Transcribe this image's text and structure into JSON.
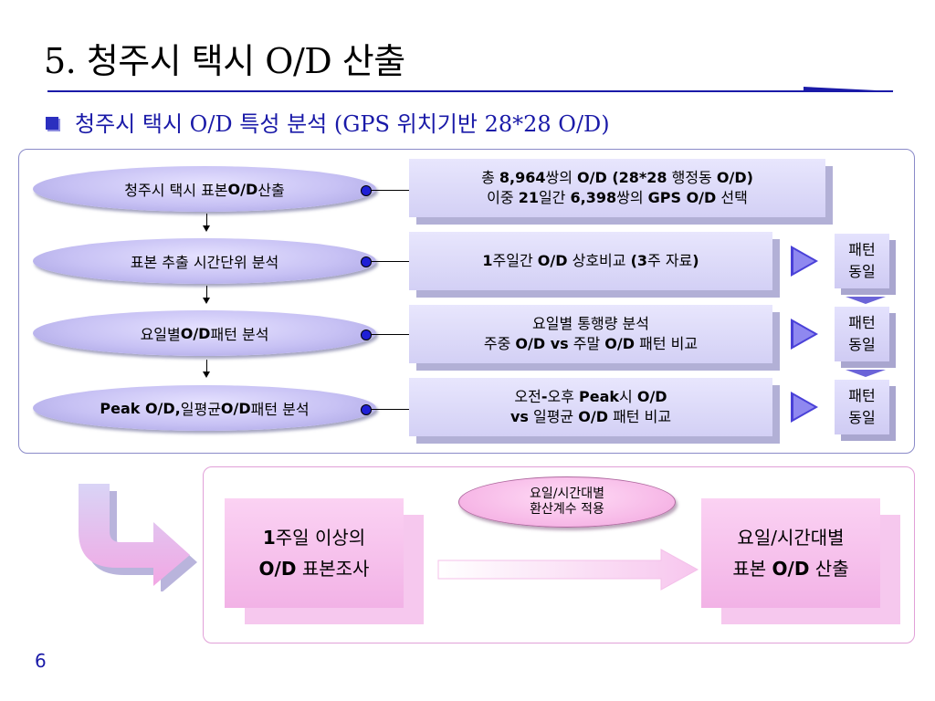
{
  "slide": {
    "title": "5. 청주시 택시 O/D 산출",
    "subtitle": "청주시 택시 O/D 특성 분석 (GPS 위치기반 28*28 O/D)",
    "page_number": "6"
  },
  "flow": {
    "steps": [
      {
        "label_pre": "청주시 택시 표본 ",
        "label_bold": "O/D",
        "label_post": " 산출"
      },
      {
        "label_pre": "표본 추출 시간단위 분석",
        "label_bold": "",
        "label_post": ""
      },
      {
        "label_pre": "요일별 ",
        "label_bold": "O/D",
        "label_post": " 패턴 분석"
      },
      {
        "label_pre": "",
        "label_bold": "Peak O/D,",
        "label_post": " 일평균 ",
        "label_bold2": "O/D",
        "label_post2": " 패턴 분석"
      }
    ],
    "details": [
      {
        "line1": [
          {
            "t": "총 ",
            "b": false
          },
          {
            "t": "8,964",
            "b": true
          },
          {
            "t": "쌍의 ",
            "b": false
          },
          {
            "t": "O/D (28*28",
            "b": true
          },
          {
            "t": " 행정동 ",
            "b": false
          },
          {
            "t": "O/D)",
            "b": true
          }
        ],
        "line2": [
          {
            "t": "이중 ",
            "b": false
          },
          {
            "t": "21",
            "b": true
          },
          {
            "t": "일간 ",
            "b": false
          },
          {
            "t": "6,398",
            "b": true
          },
          {
            "t": "쌍의 ",
            "b": false
          },
          {
            "t": "GPS O/D",
            "b": true
          },
          {
            "t": " 선택",
            "b": false
          }
        ]
      },
      {
        "line1": [
          {
            "t": "1",
            "b": true
          },
          {
            "t": "주일간 ",
            "b": false
          },
          {
            "t": "O/D",
            "b": true
          },
          {
            "t": " 상호비교 ",
            "b": false
          },
          {
            "t": "(3",
            "b": true
          },
          {
            "t": "주 자료",
            "b": false
          },
          {
            "t": ")",
            "b": true
          }
        ],
        "line2": []
      },
      {
        "line1": [
          {
            "t": "요일별 통행량 분석",
            "b": false
          }
        ],
        "line2": [
          {
            "t": "주중 ",
            "b": false
          },
          {
            "t": "O/D vs",
            "b": true
          },
          {
            "t": " 주말 ",
            "b": false
          },
          {
            "t": "O/D",
            "b": true
          },
          {
            "t": " 패턴 비교",
            "b": false
          }
        ]
      },
      {
        "line1": [
          {
            "t": "오전",
            "b": false
          },
          {
            "t": "-",
            "b": true
          },
          {
            "t": "오후 ",
            "b": false
          },
          {
            "t": "Peak",
            "b": true
          },
          {
            "t": "시 ",
            "b": false
          },
          {
            "t": "O/D",
            "b": true
          }
        ],
        "line2": [
          {
            "t": "vs",
            "b": true
          },
          {
            "t": " 일평균 ",
            "b": false
          },
          {
            "t": "O/D",
            "b": true
          },
          {
            "t": " 패턴 비교",
            "b": false
          }
        ]
      }
    ],
    "results": [
      {
        "line1": "패턴",
        "line2": "동일"
      },
      {
        "line1": "패턴",
        "line2": "동일"
      },
      {
        "line1": "패턴",
        "line2": "동일"
      }
    ]
  },
  "conclusion": {
    "left_box": {
      "line1_bold": "1",
      "line1_rest": "주일 이상의",
      "line2_bold": "O/D",
      "line2_rest": " 표본조사"
    },
    "middle_oval": {
      "line1": "요일/시간대별",
      "line2": "환산계수 적용"
    },
    "right_box": {
      "line1": "요일/시간대별",
      "line2_pre": "표본 ",
      "line2_bold": "O/D",
      "line2_post": " 산출"
    }
  },
  "colors": {
    "title_underline": "#1a1aa8",
    "accent_blue": "#1a1aa8",
    "oval_fill": "#c7c1f4",
    "detail_box": "#e2e0fb",
    "pink_box": "#f6bdea"
  }
}
